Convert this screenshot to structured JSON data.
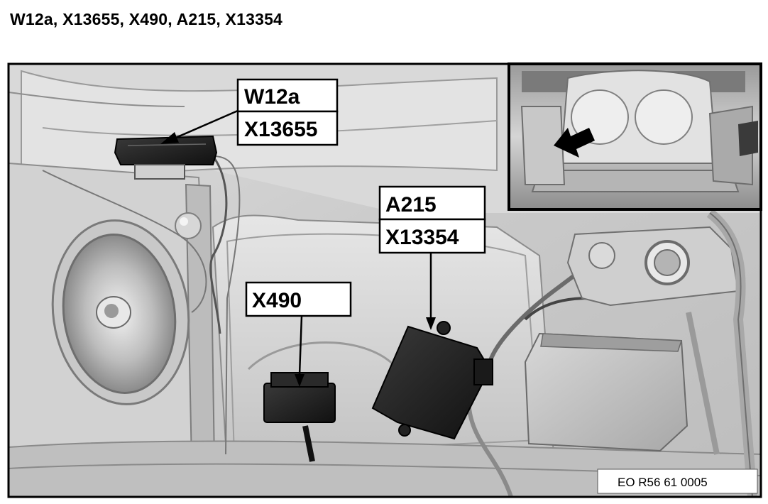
{
  "title": "W12a, X13655, X490, A215, X13354",
  "labels": {
    "w12a": "W12a",
    "x13655": "X13655",
    "a215": "A215",
    "x13354": "X13354",
    "x490": "X490"
  },
  "caption": "EO R56 61 0005"
}
